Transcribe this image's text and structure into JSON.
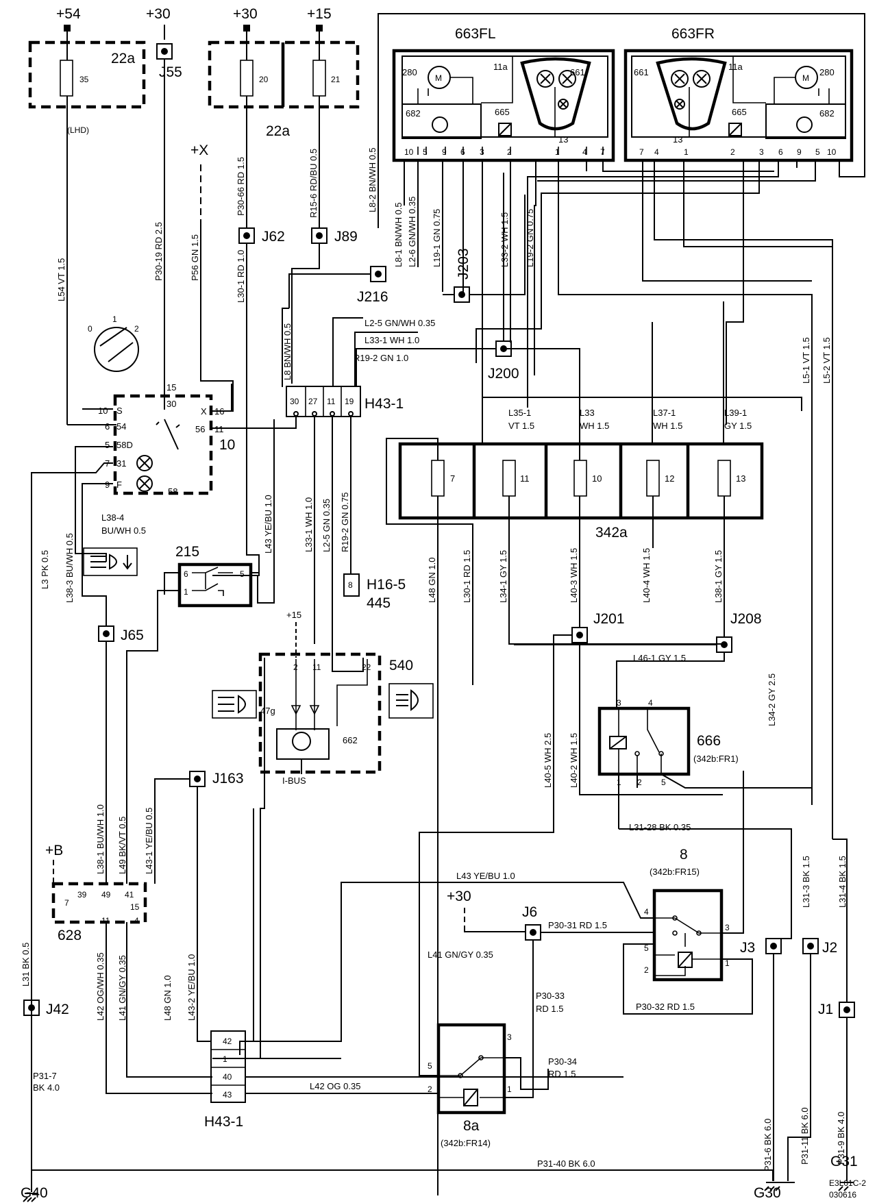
{
  "power": {
    "p54": "+54",
    "p30a": "+30",
    "p30b": "+30",
    "p15": "+15",
    "px": "+X",
    "p15b": "+15",
    "p30c": "+30",
    "pb": "+B"
  },
  "components": {
    "c22a_left": "22a",
    "c22a_right": "22a",
    "fuse35": "35",
    "fuse20": "20",
    "fuse21": "21",
    "lhd": "(LHD)",
    "c663fl": "663FL",
    "c663fr": "663FR",
    "c342a": "342a",
    "f7": "7",
    "f11": "11",
    "f10": "10",
    "f12": "12",
    "f13": "13",
    "h43_top": "H43-1",
    "h43_bot": "H43-1",
    "h16": "H16-5",
    "c445": "445",
    "c10": "10",
    "c215": "215",
    "c540": "540",
    "c47g": "47g",
    "c662": "662",
    "ibus": "I-BUS",
    "c666": "666",
    "c666_ref": "(342b:FR1)",
    "c8": "8",
    "c8_ref": "(342b:FR15)",
    "c8a": "8a",
    "c8a_ref": "(342b:FR14)",
    "c628": "628",
    "g40": "G40",
    "g30": "G30",
    "g31": "G31",
    "code": "E3L01C-2",
    "date": "030616"
  },
  "fl_pins": {
    "p280": "280",
    "pM": "M",
    "p11a": "11a",
    "p661": "661",
    "p682": "682",
    "p665": "665",
    "p13": "13",
    "b10": "10",
    "b5": "5",
    "b9": "9",
    "b6": "6",
    "b3": "3",
    "b2": "2",
    "b1": "1",
    "b4": "4",
    "b7": "7"
  },
  "fr_pins": {
    "p661": "661",
    "p11a": "11a",
    "p280": "280",
    "pM": "M",
    "p665": "665",
    "p682": "682",
    "p13": "13",
    "b7": "7",
    "b4": "4",
    "b1": "1",
    "b2": "2",
    "b3": "3",
    "b6": "6",
    "b9": "9",
    "b5": "5",
    "b10": "10"
  },
  "h43_pins": {
    "a": "30",
    "b": "27",
    "c": "11",
    "d": "19",
    "e": "42",
    "f": "1",
    "g": "40",
    "h": "43"
  },
  "switch10": {
    "s10": "10",
    "sS": "S",
    "s6": "6",
    "s54": "54",
    "s5": "5",
    "s58D": "58D",
    "s7": "7",
    "s31": "31",
    "s9": "9",
    "sF": "F",
    "s15": "15",
    "s30": "30",
    "sX": "X",
    "s16": "16",
    "s56": "56",
    "s11": "11",
    "s58": "58",
    "k0": "0",
    "k1": "1",
    "k2": "2"
  },
  "relays": {
    "r215_6": "6",
    "r215_5": "5",
    "r215_1": "1",
    "r666_3": "3",
    "r666_4": "4",
    "r666_1": "1",
    "r666_2": "2",
    "r666_5": "5",
    "r8_4": "4",
    "r8_3": "3",
    "r8_5": "5",
    "r8_2": "2",
    "r8_1": "1",
    "r8a_5": "5",
    "r8a_3": "3",
    "r8a_2": "2",
    "r8a_1": "1",
    "e540_2": "2",
    "e540_11": "11",
    "e540_22": "22",
    "h16_8": "8",
    "c628_39": "39",
    "c628_49": "49",
    "c628_41": "41",
    "c628_7": "7",
    "c628_15": "15",
    "c628_11": "11",
    "c628_4": "4"
  },
  "junctions": {
    "J55": "J55",
    "J62": "J62",
    "J89": "J89",
    "J216": "J216",
    "J203": "J203",
    "J200": "J200",
    "J201": "J201",
    "J208": "J208",
    "J65": "J65",
    "J163": "J163",
    "J6": "J6",
    "J3": "J3",
    "J2": "J2",
    "J42": "J42",
    "J1": "J1"
  },
  "wires": {
    "L54": "L54  VT  1.5",
    "P30_19": "P30-19  RD  2.5",
    "P56": "P56  GN  1.5",
    "P30_66": "P30-66  RD  1.5",
    "R15_6": "R15-6  RD/BU  0.5",
    "L30_1a": "L30-1  RD  1.0",
    "L8": "L8  BN/WH  0.5",
    "L8_2": "L8-2  BN/WH  0.5",
    "L8_1": "L8-1  BN/WH  0.5",
    "L2_6": "L2-6  GN/WH  0.35",
    "L19_1": "L19-1  GN  0.75",
    "L33_2": "L33-2  WH  1.5",
    "L19_2": "L19-2  GN  0.75",
    "L2_5h": "L2-5   GN/WH  0.35",
    "L33_1h": "L33-1   WH  1.0",
    "R19_2h": "R19-2   GN   1.0",
    "L35_1a": "L35-1",
    "L35_1b": "VT  1.5",
    "L33a": "L33",
    "L33b": "WH  1.5",
    "L37_1a": "L37-1",
    "L37_1b": "WH  1.5",
    "L39_1a": "L39-1",
    "L39_1b": "GY  1.5",
    "L5_1": "L5-1  VT  1.5",
    "L5_2": "L5-2  VT  1.5",
    "L43": "L43  YE/BU  1.0",
    "L33_1v": "L33-1  WH  1.0",
    "L2_5v": "L2-5  GN  0.35",
    "R19_2v": "R19-2  GN  0.75",
    "L48a": "L48  GN  1.0",
    "L30_1b": "L30-1  RD  1.5",
    "L34_1": "L34-1  GY  1.5",
    "L40_3": "L40-3  WH  1.5",
    "L40_4": "L40-4  WH  1.5",
    "L38_1": "L38-1  GY  1.5",
    "L3": "L3  PK  0.5",
    "L38_3": "L38-3  BU/WH  0.5",
    "L38_4a": "L38-4",
    "L38_4b": "BU/WH  0.5",
    "L46_1": "L46-1  GY    1.5",
    "L34_2": "L34-2  GY  2.5",
    "L40_5": "L40-5  WH  2.5",
    "L40_2": "L40-2  WH  1.5",
    "L31_28": "L31-28  BK    0.35",
    "L43h": "L43   YE/BU   1.0",
    "L31_3": "L31-3  BK  1.5",
    "L31_4": "L31-4  BK  1.5",
    "P30_31": "P30-31   RD    1.5",
    "L41h": "L41   GN/GY    0.35",
    "P30_32": "P30-32   RD     1.5",
    "P30_33a": "P30-33",
    "P30_33b": "RD  1.5",
    "P30_34a": "P30-34",
    "P30_34b": "RD  1.5",
    "L42h": "L42    OG    0.35",
    "L38_1v": "L38-1  BU/WH  1.0",
    "L49": "L49  BK/VT  0.5",
    "L43_1": "L43-1  YE/BU  0.5",
    "L31": "L31  BK  0.5",
    "L42v": "L42  OG/WH  0.35",
    "L41v": "L41  GN/GY  0.35",
    "L48b": "L48  GN  1.0",
    "L43_2": "L43-2  YE/BU  1.0",
    "P31_7a": "P31-7",
    "P31_7b": "BK    4.0",
    "P31_40": "P31-40    BK    6.0",
    "P31_6": "P31-6  BK  6.0",
    "P31_11": "P31-11  BK  6.0",
    "P31_9": "P31-9  BK  4.0"
  }
}
